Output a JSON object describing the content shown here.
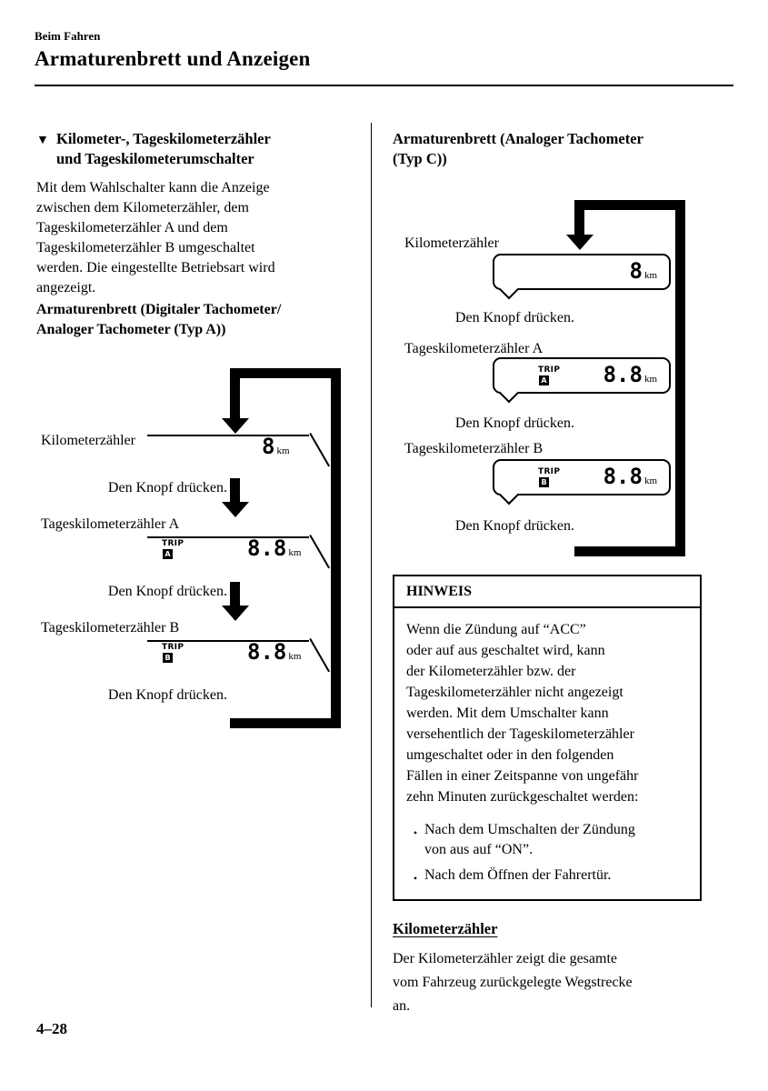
{
  "colors": {
    "ink": "#000000",
    "paper": "#ffffff"
  },
  "header": {
    "eyebrow": "Beim Fahren",
    "title": "Armaturenbrett und Anzeigen"
  },
  "footer": {
    "page_number": "4–28"
  },
  "left": {
    "section": {
      "marker": "▼",
      "title": "Kilometer-, Tageskilometerzähler\nund Tageskilometerumschalter"
    },
    "intro": "Mit dem Wahlschalter kann die Anzeige\nzwischen dem Kilometerzähler, dem\nTageskilometerzähler A und dem\nTageskilometerzähler B umgeschaltet\nwerden. Die eingestellte Betriebsart wird\nangezeigt.",
    "subheading": "Armaturenbrett (Digitaler Tachometer/\nAnaloger Tachometer (Typ A))",
    "diagram": {
      "step_label": "Den Knopf drücken.",
      "rows": [
        {
          "label": "Kilometerzähler",
          "value": "8",
          "unit": "km"
        },
        {
          "label": "Tageskilometerzähler A",
          "trip": "TRIP",
          "trip_letter": "A",
          "value": "8.8",
          "unit": "km"
        },
        {
          "label": "Tageskilometerzähler B",
          "trip": "TRIP",
          "trip_letter": "B",
          "value": "8.8",
          "unit": "km"
        }
      ]
    }
  },
  "right": {
    "heading": "Armaturenbrett (Analoger Tachometer\n(Typ C))",
    "diagram": {
      "step_label": "Den Knopf drücken.",
      "rows": [
        {
          "label": "Kilometerzähler",
          "value": "8",
          "unit": "km"
        },
        {
          "label": "Tageskilometerzähler A",
          "trip": "TRIP",
          "trip_letter": "A",
          "value": "8.8",
          "unit": "km"
        },
        {
          "label": "Tageskilometerzähler B",
          "trip": "TRIP",
          "trip_letter": "B",
          "value": "8.8",
          "unit": "km"
        }
      ]
    },
    "note": {
      "header": "HINWEIS",
      "body": "Wenn die Zündung auf “ACC”\noder auf aus geschaltet wird, kann\nder Kilometerzähler bzw. der\nTageskilometerzähler nicht angezeigt\nwerden. Mit dem Umschalter kann\nversehentlich der Tageskilometerzähler\numgeschaltet oder in den folgenden\nFällen in einer Zeitspanne von ungefähr\nzehn Minuten zurückgeschaltet werden:",
      "bullet_glyph": "•",
      "bullets": [
        "Nach dem Umschalten der Zündung\nvon aus auf “ON”.",
        "Nach dem Öffnen der Fahrertür."
      ]
    },
    "odometer": {
      "heading": "Kilometerzähler",
      "body": "Der Kilometerzähler zeigt die gesamte\nvom Fahrzeug zurückgelegte Wegstrecke\nan."
    }
  }
}
